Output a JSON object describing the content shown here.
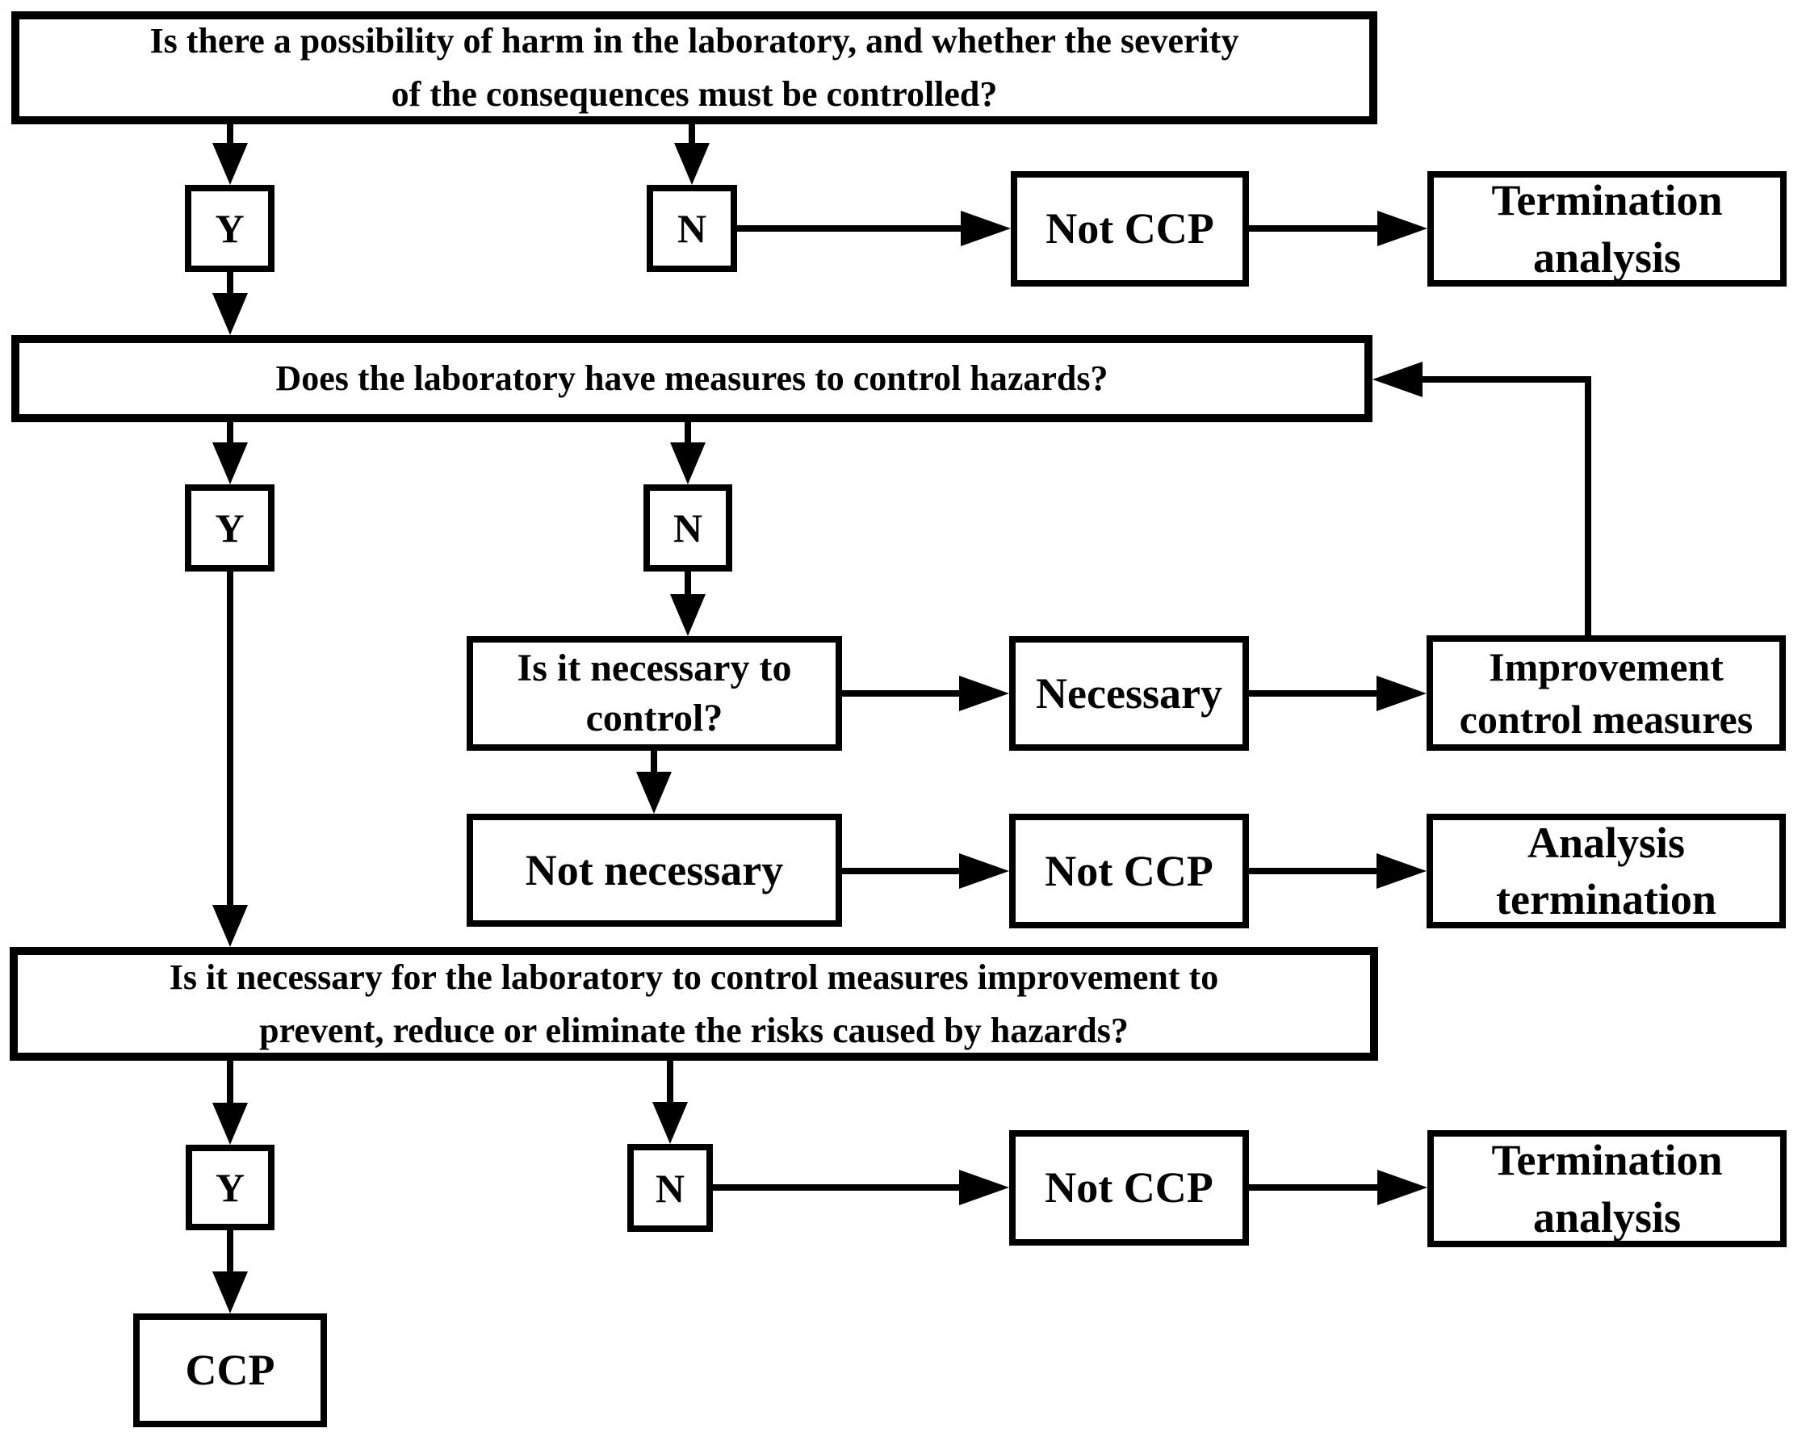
{
  "figure": {
    "type": "flowchart",
    "background_color": "#ffffff",
    "line_color": "#000000",
    "nodes": {
      "q1": "Is there a possibility of harm in the laboratory, and whether the severity\nof the consequences must be controlled?",
      "y1": "Y",
      "n1": "N",
      "not_ccp_1": "Not CCP",
      "termination_analysis_1": "Termination\nanalysis",
      "q2": "Does the laboratory have measures to control hazards?",
      "y2": "Y",
      "n2": "N",
      "is_it_necessary_to_control": "Is it necessary to\ncontrol?",
      "necessary": "Necessary",
      "improvement_control_measures": "Improvement\ncontrol measures",
      "not_necessary": "Not necessary",
      "not_ccp_2": "Not CCP",
      "analysis_termination": "Analysis\ntermination",
      "q3": "Is it necessary for the laboratory to control measures improvement to\nprevent, reduce or eliminate the risks caused by hazards?",
      "y3": "Y",
      "n3": "N",
      "not_ccp_3": "Not CCP",
      "termination_analysis_2": "Termination\nanalysis",
      "ccp": "CCP"
    }
  }
}
